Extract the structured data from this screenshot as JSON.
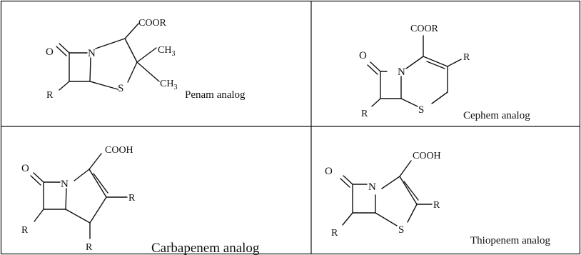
{
  "panels": [
    {
      "caption": "Penam analog",
      "labels": {
        "carbonyl_o": "O",
        "ring_n": "N",
        "ring_s": "S",
        "r1": "R",
        "cooh": "COOR",
        "me1_main": "CH",
        "me1_sub": "3",
        "me2_main": "CH",
        "me2_sub": "3"
      }
    },
    {
      "caption": "Cephem analog",
      "labels": {
        "carbonyl_o": "O",
        "ring_n": "N",
        "ring_s": "S",
        "r1": "R",
        "r2": "R",
        "cooh": "COOR"
      }
    },
    {
      "caption": "Carbapenem analog",
      "labels": {
        "carbonyl_o": "O",
        "ring_n": "N",
        "r1": "R",
        "r2": "R",
        "r3": "R",
        "cooh": "COOH"
      }
    },
    {
      "caption": "Thiopenem analog",
      "labels": {
        "carbonyl_o": "O",
        "ring_n": "N",
        "ring_s": "S",
        "r1": "R",
        "r2": "R",
        "cooh": "COOH"
      }
    }
  ]
}
